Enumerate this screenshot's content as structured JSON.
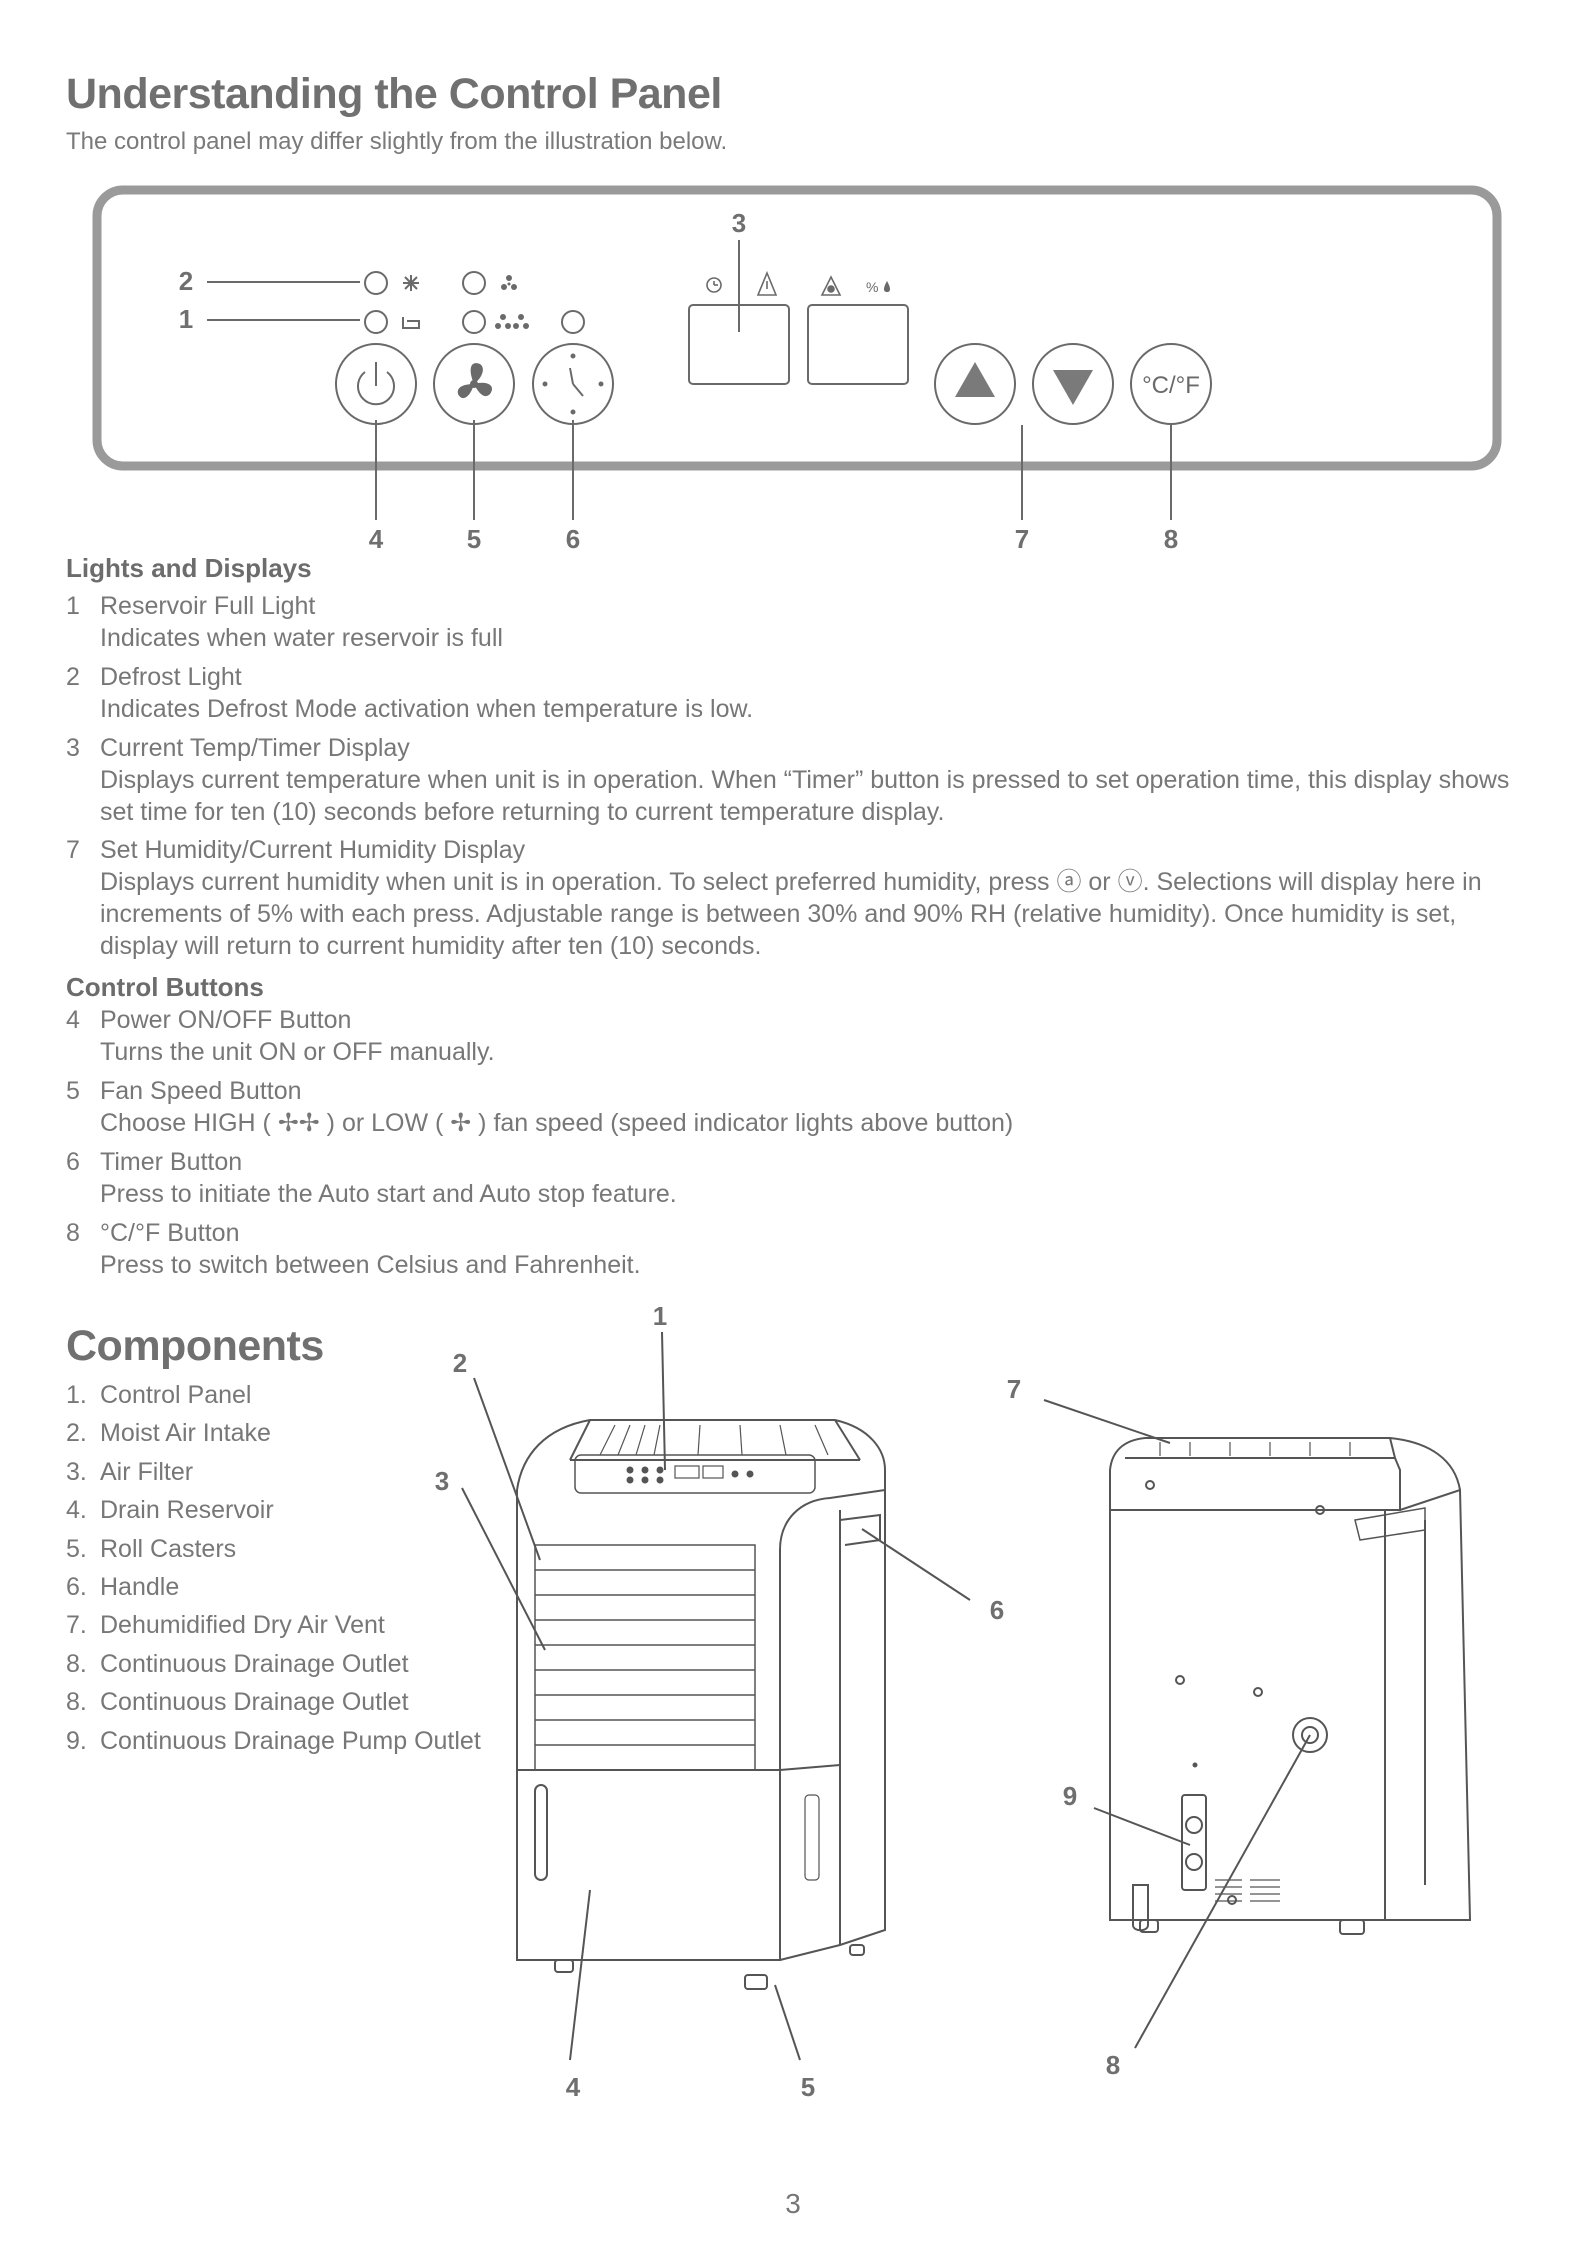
{
  "heading": "Understanding the Control Panel",
  "subheading": "The control panel may differ slightly from the illustration below.",
  "panel_callouts": [
    "1",
    "2",
    "3",
    "4",
    "5",
    "6",
    "7",
    "8"
  ],
  "panel_icons": {
    "defrost": "snowflake-icon",
    "reservoir": "bucket-icon",
    "fan_low": "small-fan-icon",
    "fan_high": "double-fan-icon",
    "power": "power-icon",
    "fan": "fan-icon",
    "timer": "clock-icon",
    "up": "triangle-up-icon",
    "down": "triangle-down-icon",
    "unit": "celsius-fahrenheit-icon",
    "display_timer": "clock-icon",
    "display_warning": "warning-icon",
    "display_drop": "water-drop-icon"
  },
  "panel_unit_label": "°C/°F",
  "panel_percent_label": "%",
  "lights": {
    "heading": "Lights and Displays",
    "items": [
      {
        "num": "1",
        "name": "Reservoir Full Light",
        "desc": "Indicates when water reservoir is full"
      },
      {
        "num": "2",
        "name": "Defrost Light",
        "desc": "Indicates Defrost Mode activation when temperature is low."
      },
      {
        "num": "3",
        "name": "Current Temp/Timer Display",
        "desc": "Displays current temperature when unit is in operation. When “Timer” button is pressed to set operation time, this display shows set time for ten (10) seconds before returning to current temperature display."
      },
      {
        "num": "7",
        "name": "Set Humidity/Current Humidity Display",
        "desc": "Displays current humidity when unit is in operation. To select preferred humidity, press ⓐ or ⓥ. Selections will display here in increments of 5% with each press. Adjustable range is between 30% and 90% RH (relative humidity). Once humidity is set, display will return to current humidity after ten (10) seconds."
      }
    ]
  },
  "controls": {
    "heading": "Control Buttons",
    "items": [
      {
        "num": "4",
        "name": "Power ON/OFF Button",
        "desc": "Turns the unit ON or OFF manually."
      },
      {
        "num": "5",
        "name": "Fan Speed Button",
        "desc": "Choose HIGH ( ✢✢ ) or LOW ( ✢ ) fan speed (speed indicator lights above button)"
      },
      {
        "num": "6",
        "name": "Timer Button",
        "desc": "Press to initiate the Auto start and Auto stop feature."
      },
      {
        "num": "8",
        "name": "°C/°F Button",
        "desc": "Press to switch between Celsius and Fahrenheit."
      }
    ]
  },
  "components": {
    "heading": "Components",
    "items": [
      {
        "num": "1.",
        "label": "Control Panel"
      },
      {
        "num": "2.",
        "label": "Moist Air Intake"
      },
      {
        "num": "3.",
        "label": "Air Filter"
      },
      {
        "num": "4.",
        "label": "Drain Reservoir"
      },
      {
        "num": "5.",
        "label": "Roll Casters"
      },
      {
        "num": "6.",
        "label": "Handle"
      },
      {
        "num": "7.",
        "label": "Dehumidified Dry Air Vent"
      },
      {
        "num": "8.",
        "label": "Continuous Drainage Outlet"
      },
      {
        "num": "8.",
        "label": "Continuous Drainage Outlet"
      },
      {
        "num": "9.",
        "label": "Continuous Drainage Pump Outlet"
      }
    ],
    "callouts": [
      "1",
      "2",
      "3",
      "4",
      "5",
      "6",
      "7",
      "8",
      "9"
    ]
  },
  "page_number": "3"
}
